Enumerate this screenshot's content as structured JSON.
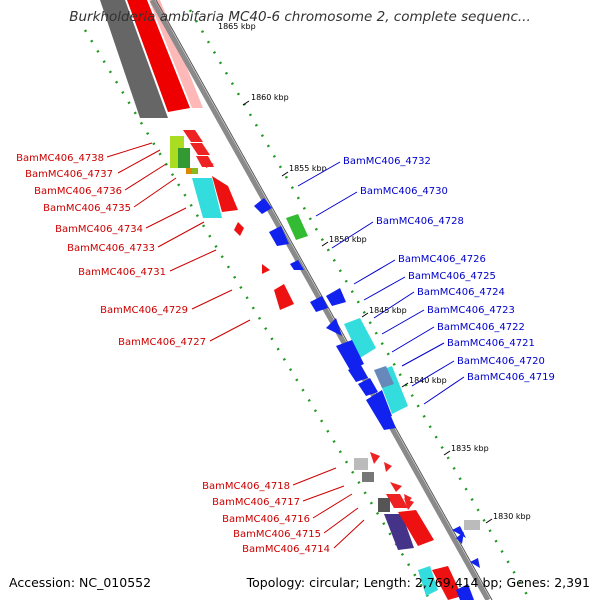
{
  "title": "Burkholderia ambifaria MC40-6 chromosome 2, complete sequenc...",
  "footer": {
    "accession": "Accession: NC_010552",
    "topology": "Topology: circular; Length: 2,769,414 bp; Genes: 2,391"
  },
  "colors": {
    "forward_label": "#cc0000",
    "reverse_label": "#0000cc",
    "forward_cds": "#ee0000",
    "reverse_cds": "#1111dd",
    "rna": "#22cccc",
    "other": "#88bb22",
    "backbone": "#808080",
    "ruler_dots": "#229922"
  },
  "ticks": [
    "1865 kbp",
    "1860 kbp",
    "1855 kbp",
    "1850 kbp",
    "1845 kbp",
    "1840 kbp",
    "1835 kbp",
    "1830 kbp"
  ],
  "forward_genes": [
    "BamMC406_4738",
    "BamMC406_4737",
    "BamMC406_4736",
    "BamMC406_4735",
    "BamMC406_4734",
    "BamMC406_4733",
    "BamMC406_4731",
    "BamMC406_4729",
    "BamMC406_4727",
    "BamMC406_4718",
    "BamMC406_4717",
    "BamMC406_4716",
    "BamMC406_4715",
    "BamMC406_4714"
  ],
  "reverse_genes": [
    "BamMC406_4732",
    "BamMC406_4730",
    "BamMC406_4728",
    "BamMC406_4726",
    "BamMC406_4725",
    "BamMC406_4724",
    "BamMC406_4723",
    "BamMC406_4722",
    "BamMC406_4721",
    "BamMC406_4720",
    "BamMC406_4719"
  ]
}
